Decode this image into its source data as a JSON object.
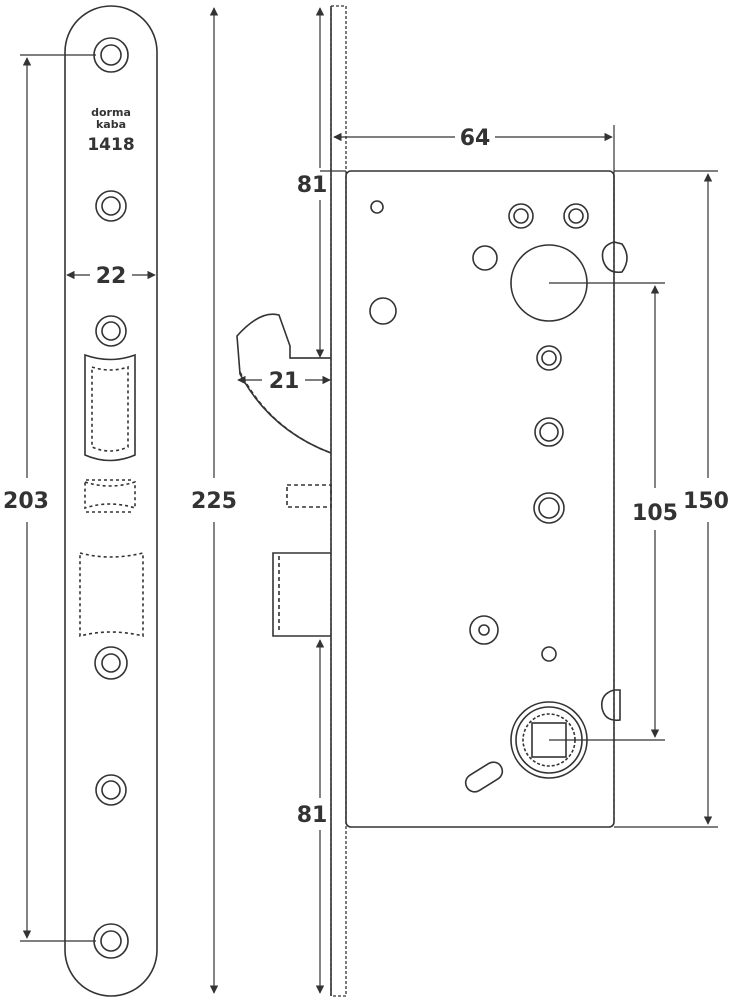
{
  "faceplate": {
    "brand_line1": "dorma",
    "brand_line2": "kaba",
    "model": "1418"
  },
  "dimensions": {
    "faceplate_hole_spacing": "203",
    "faceplate_width": "22",
    "faceplate_total_length": "225",
    "top_offset": "81",
    "bottom_offset": "81",
    "backset": "64",
    "hook_bolt_throw": "21",
    "distance_spindle_cylinder": "105",
    "case_height": "150"
  },
  "colors": {
    "line": "#333333",
    "background": "#ffffff"
  }
}
